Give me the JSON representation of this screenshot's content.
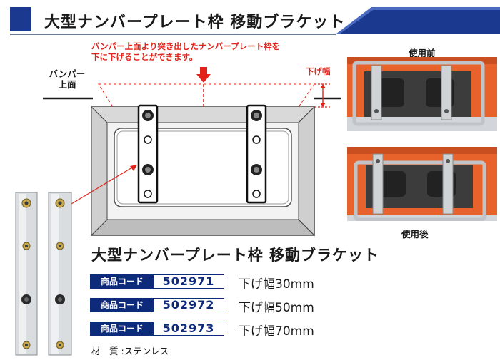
{
  "header": {
    "title": "大型ナンバープレート枠 移動ブラケット",
    "bg": "#ffffff",
    "accent": "#1b3a8f"
  },
  "diagram": {
    "note_lines": [
      "バンパー上面より突き出したナンバープレート枠を",
      "下に下げることができます。"
    ],
    "bumper_label": [
      "バンパー",
      "上面"
    ],
    "drop_label": "下げ幅",
    "note_color": "#e2231a"
  },
  "photos": {
    "before_label": "使用前",
    "after_label": "使用後",
    "frame_color": "#e8622b"
  },
  "product": {
    "title": "大型ナンバープレート枠 移動ブラケット",
    "codes": [
      {
        "label": "商品コード",
        "code": "502971",
        "drop": "下げ幅30mm"
      },
      {
        "label": "商品コード",
        "code": "502972",
        "drop": "下げ幅50mm"
      },
      {
        "label": "商品コード",
        "code": "502973",
        "drop": "下げ幅70mm"
      }
    ],
    "material_label": "材　質",
    "material_value": ":ステンレス",
    "code_color": "#0e2a7a"
  }
}
